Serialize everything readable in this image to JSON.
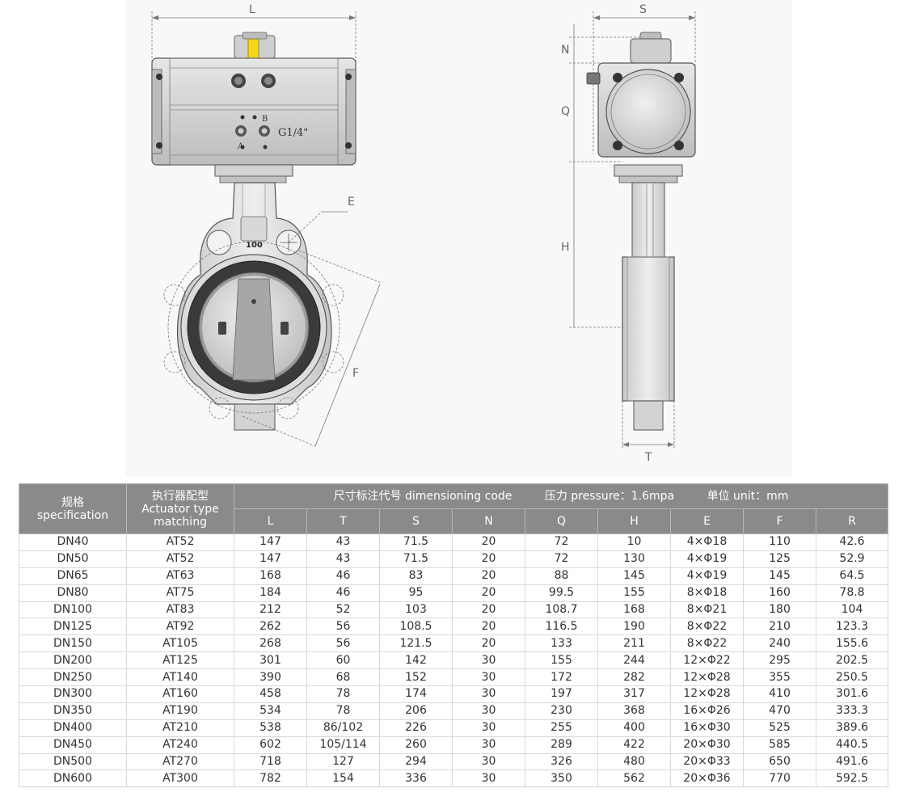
{
  "drawing": {
    "dim_labels": {
      "L": "L",
      "S": "S",
      "N": "N",
      "Q": "Q",
      "H": "H",
      "T": "T",
      "E": "E",
      "F": "F"
    },
    "body_marking": "100",
    "port_a": "A",
    "port_b": "B",
    "thread": "G1/4\""
  },
  "table": {
    "header": {
      "spec_cn": "规格",
      "spec_en": "specification",
      "actuator_cn": "执行器配型",
      "actuator_en": "Actuator type matching",
      "code": "尺寸标注代号 dimensioning code",
      "pressure": "压力 pressure：1.6mpa",
      "unit": "单位 unit：mm",
      "columns": [
        "L",
        "T",
        "S",
        "N",
        "Q",
        "H",
        "E",
        "F",
        "R"
      ]
    },
    "rows": [
      [
        "DN40",
        "AT52",
        "147",
        "43",
        "71.5",
        "20",
        "72",
        "10",
        "4×Φ18",
        "110",
        "42.6"
      ],
      [
        "DN50",
        "AT52",
        "147",
        "43",
        "71.5",
        "20",
        "72",
        "130",
        "4×Φ19",
        "125",
        "52.9"
      ],
      [
        "DN65",
        "AT63",
        "168",
        "46",
        "83",
        "20",
        "88",
        "145",
        "4×Φ19",
        "145",
        "64.5"
      ],
      [
        "DN80",
        "AT75",
        "184",
        "46",
        "95",
        "20",
        "99.5",
        "155",
        "8×Φ18",
        "160",
        "78.8"
      ],
      [
        "DN100",
        "AT83",
        "212",
        "52",
        "103",
        "20",
        "108.7",
        "168",
        "8×Φ21",
        "180",
        "104"
      ],
      [
        "DN125",
        "AT92",
        "262",
        "56",
        "108.5",
        "20",
        "116.5",
        "190",
        "8×Φ22",
        "210",
        "123.3"
      ],
      [
        "DN150",
        "AT105",
        "268",
        "56",
        "121.5",
        "20",
        "133",
        "211",
        "8×Φ22",
        "240",
        "155.6"
      ],
      [
        "DN200",
        "AT125",
        "301",
        "60",
        "142",
        "30",
        "155",
        "244",
        "12×Φ22",
        "295",
        "202.5"
      ],
      [
        "DN250",
        "AT140",
        "390",
        "68",
        "152",
        "30",
        "172",
        "282",
        "12×Φ28",
        "355",
        "250.5"
      ],
      [
        "DN300",
        "AT160",
        "458",
        "78",
        "174",
        "30",
        "197",
        "317",
        "12×Φ28",
        "410",
        "301.6"
      ],
      [
        "DN350",
        "AT190",
        "534",
        "78",
        "206",
        "30",
        "230",
        "368",
        "16×Φ26",
        "470",
        "333.3"
      ],
      [
        "DN400",
        "AT210",
        "538",
        "86/102",
        "226",
        "30",
        "255",
        "400",
        "16×Φ30",
        "525",
        "389.6"
      ],
      [
        "DN450",
        "AT240",
        "602",
        "105/114",
        "260",
        "30",
        "289",
        "422",
        "20×Φ30",
        "585",
        "440.5"
      ],
      [
        "DN500",
        "AT270",
        "718",
        "127",
        "294",
        "30",
        "326",
        "480",
        "20×Φ33",
        "650",
        "491.6"
      ],
      [
        "DN600",
        "AT300",
        "782",
        "154",
        "336",
        "30",
        "350",
        "562",
        "20×Φ36",
        "770",
        "592.5"
      ]
    ]
  }
}
